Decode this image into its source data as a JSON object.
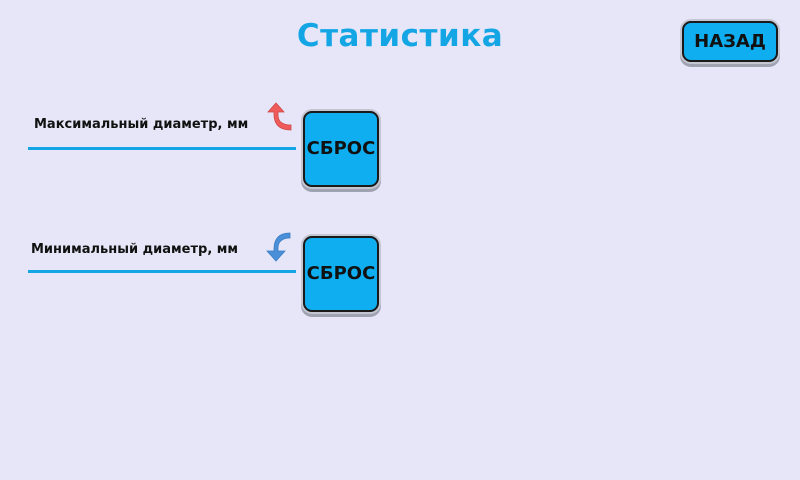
{
  "header": {
    "title": "Статистика",
    "back_label": "НАЗАД"
  },
  "stats": {
    "max": {
      "label": "Максимальный диаметр, мм",
      "value": "",
      "reset_label": "СБРОС",
      "icon": "arrow-up-icon",
      "icon_color": "#ef5a5a"
    },
    "min": {
      "label": "Минимальный диаметр, мм",
      "value": "",
      "reset_label": "СБРОС",
      "icon": "arrow-down-icon",
      "icon_color": "#4a90d9"
    }
  },
  "colors": {
    "background": "#e6e6f8",
    "accent": "#14a6e4",
    "button": "#0eaef0"
  }
}
